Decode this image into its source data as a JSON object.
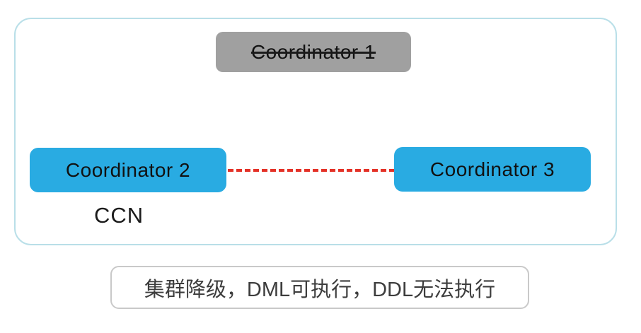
{
  "diagram": {
    "frame": {
      "border_color": "#b9dfe8"
    },
    "nodes": {
      "coordinator1": {
        "label": "Coordinator 1",
        "status": "failed-strikethrough",
        "color": "#a0a0a0"
      },
      "coordinator2": {
        "label": "Coordinator 2",
        "status": "active",
        "color": "#29abe2"
      },
      "coordinator3": {
        "label": "Coordinator 3",
        "status": "active",
        "color": "#29abe2"
      }
    },
    "ccn_label": "CCN",
    "link": {
      "style": "dashed",
      "color": "#e43127",
      "from": "coordinator2",
      "to": "coordinator3"
    }
  },
  "caption": {
    "text": "集群降级，DML可执行，DDL无法执行"
  }
}
